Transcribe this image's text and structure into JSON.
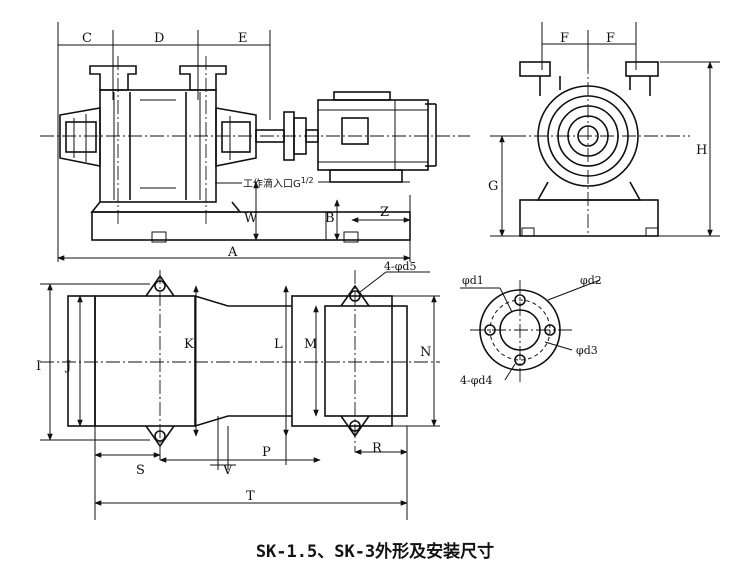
{
  "labels": {
    "C": "C",
    "D": "D",
    "E": "E",
    "A": "A",
    "W": "W",
    "B": "B",
    "Z": "Z",
    "F1": "F",
    "F2": "F",
    "G": "G",
    "H": "H",
    "I": "I",
    "J": "J",
    "K": "K",
    "L": "L",
    "M": "M",
    "N": "N",
    "S": "S",
    "V": "V",
    "P": "P",
    "R": "R",
    "T": "T",
    "holes_d5": "4-φd5",
    "d1": "φd1",
    "d2": "φd2",
    "d3": "φd3",
    "holes_d4": "4-φd4"
  },
  "note": {
    "water_inlet": "工作滴入口G",
    "water_inlet_size": "1/2"
  },
  "caption": "SK-1.5、SK-3外形及安装尺寸"
}
